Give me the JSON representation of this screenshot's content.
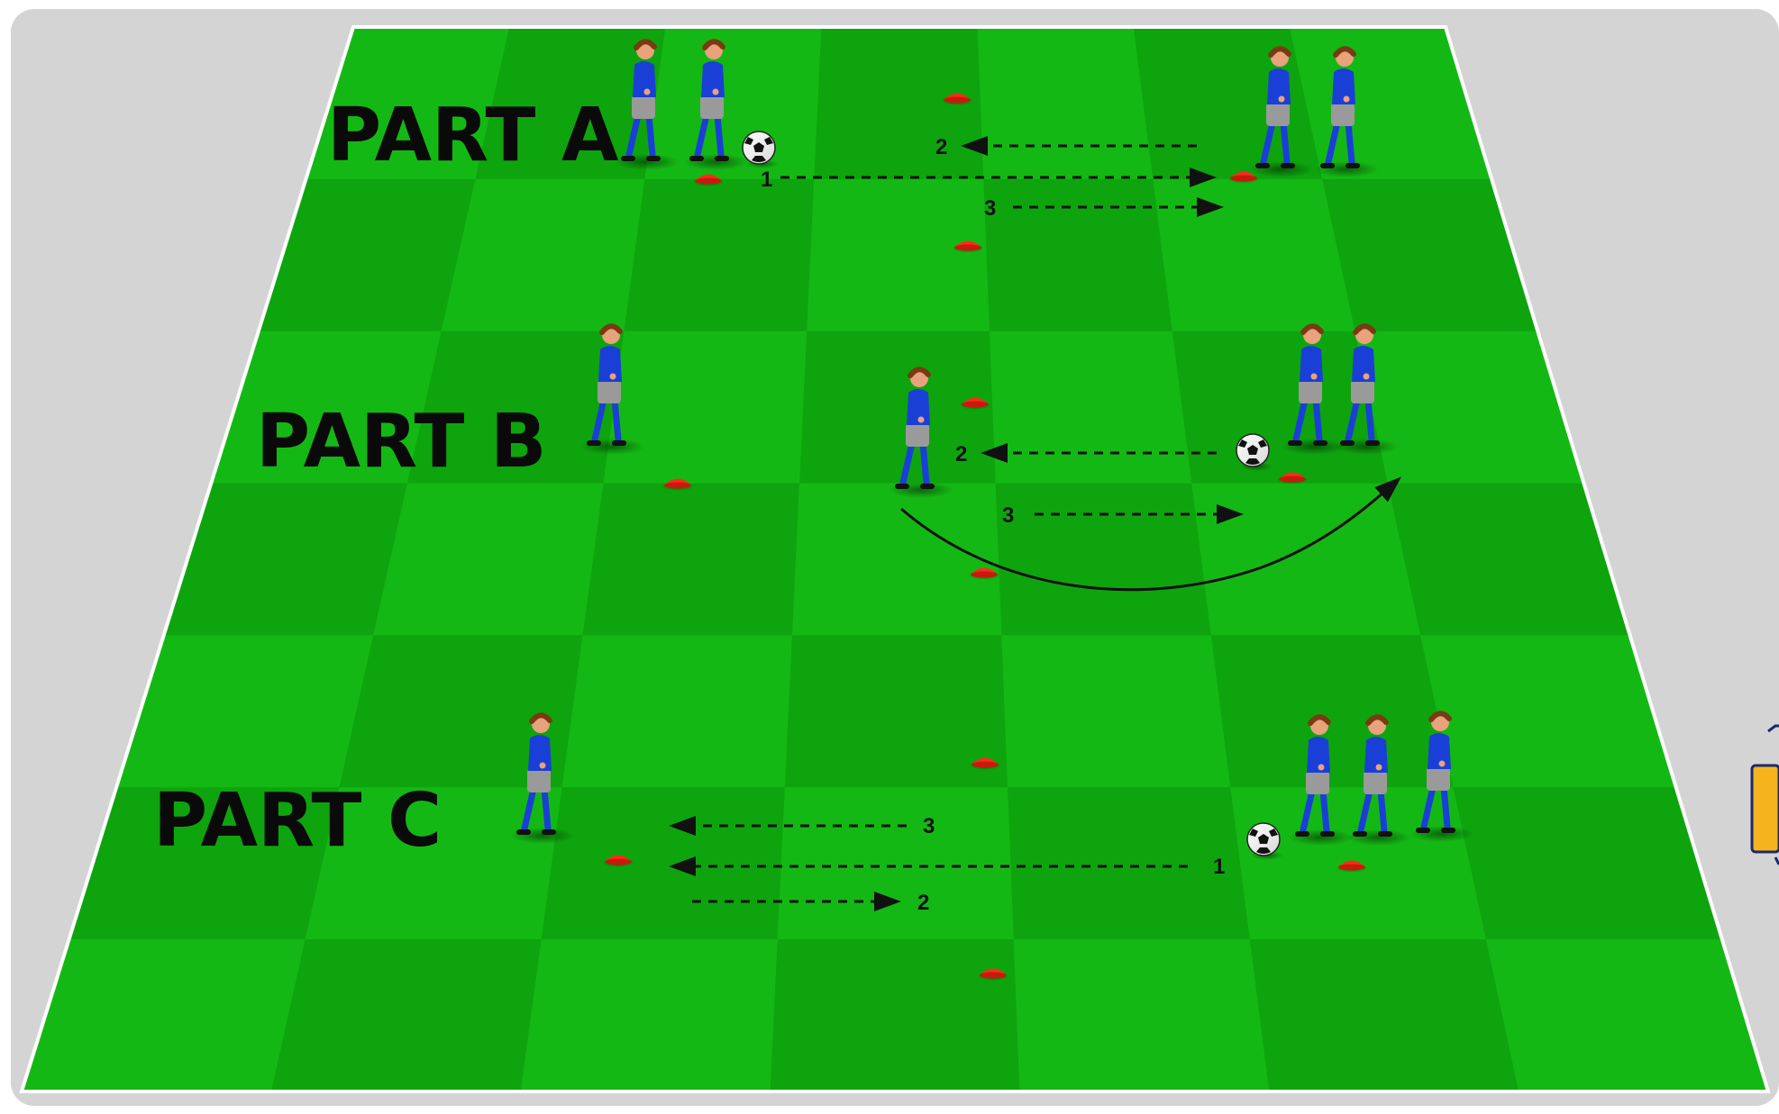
{
  "colors": {
    "frame": "#d4d4d4",
    "pitch_light": "#14b814",
    "pitch_dark": "#0ea40e",
    "pitch_line": "#ffffff",
    "cone": "#ff2a1a",
    "player_shirt": "#1a3fd6",
    "player_shorts": "#9a9a9a",
    "player_socks": "#1a3fd6",
    "arrow": "#111111",
    "equipment_accent": "#f5b41e"
  },
  "diagram": {
    "parts": [
      {
        "label": "PART A",
        "steps": [
          {
            "number": "1",
            "pass_type": "dashed"
          },
          {
            "number": "2",
            "pass_type": "dashed"
          },
          {
            "number": "3",
            "pass_type": "dashed"
          }
        ]
      },
      {
        "label": "PART B",
        "steps": [
          {
            "number": "2",
            "pass_type": "dashed"
          },
          {
            "number": "3",
            "pass_type": "dashed"
          }
        ],
        "run": "curved"
      },
      {
        "label": "PART C",
        "steps": [
          {
            "number": "1",
            "pass_type": "dashed"
          },
          {
            "number": "2",
            "pass_type": "dashed"
          },
          {
            "number": "3",
            "pass_type": "dashed"
          }
        ]
      }
    ]
  }
}
